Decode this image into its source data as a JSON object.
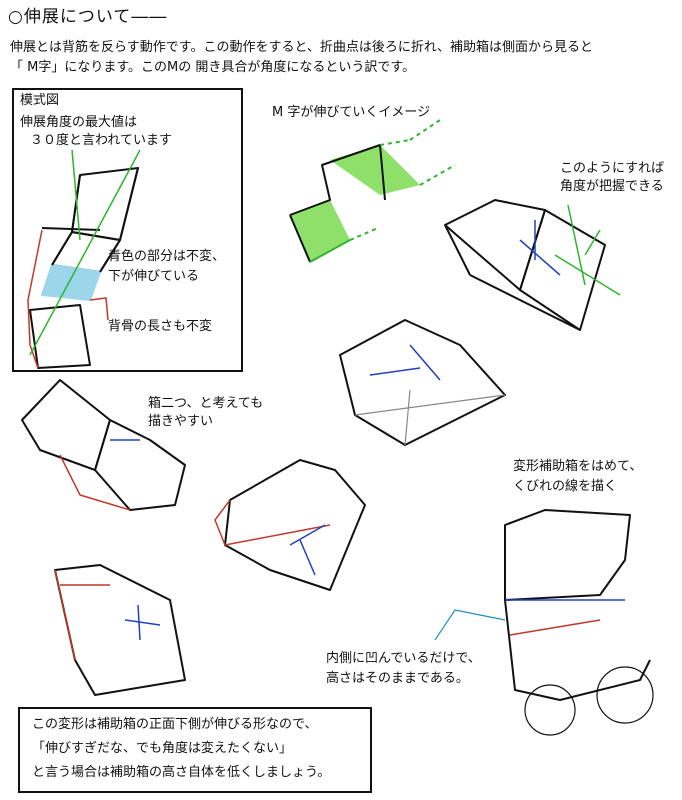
{
  "header": {
    "title": "○伸展について――"
  },
  "intro": {
    "line1": "伸展とは背筋を反らす動作です。この動作をすると、折曲点は後ろに折れ、補助箱は側面から見ると",
    "line2": "「 M字」になります。このMの 開き具合が角度になるという訳です。"
  },
  "schematic": {
    "label": "模式図",
    "note1": "伸展角度の最大値は",
    "note2": "３０度と言われています",
    "blue_note1": "青色の部分は不変、",
    "blue_note2": "下が伸びている",
    "spine_note": "背骨の長さも不変"
  },
  "m_image": {
    "label": "M 字が伸びていくイメージ"
  },
  "angle_note": {
    "line1": "このようにすれば",
    "line2": "角度が把握できる"
  },
  "two_boxes_note": {
    "line1": "箱二つ、と考えても",
    "line2": "描きやすい"
  },
  "deform_note": {
    "line1": "変形補助箱をはめて、",
    "line2": "くびれの線を描く"
  },
  "inner_note": {
    "line1": "内側に凹んでいるだけで、",
    "line2": "高さはそのままである。"
  },
  "footer": {
    "line1": "この変形は補助箱の正面下側が伸びる形なので、",
    "line2": "「伸びすぎだな、でも角度は変えたくない」",
    "line3": "と言う場合は補助箱の高さ自体を低くしましょう。"
  },
  "colors": {
    "green": "#2db52d",
    "light_green": "#8ee06a",
    "blue": "#9bd6ea",
    "red": "#c0392b",
    "line_blue": "#2040c0"
  }
}
